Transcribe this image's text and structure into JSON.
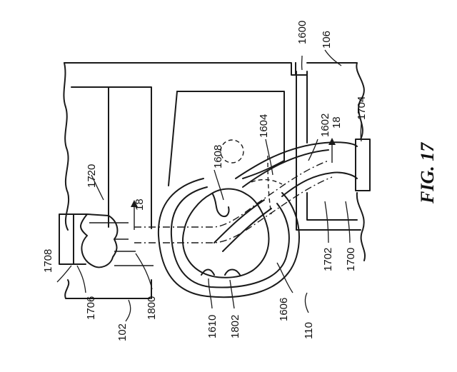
{
  "figure": {
    "title": "FIG. 17",
    "labels": {
      "l1600": "1600",
      "l106": "106",
      "l1602": "1602",
      "l18a": "18",
      "l1704": "1704",
      "l1604": "1604",
      "l1608": "1608",
      "l1720": "1720",
      "l18b": "18",
      "l1708": "1708",
      "l1706": "1706",
      "l102": "102",
      "l1800": "1800",
      "l1610": "1610",
      "l1802": "1802",
      "l1606": "1606",
      "l110": "110",
      "l1702": "1702",
      "l1700": "1700"
    }
  }
}
